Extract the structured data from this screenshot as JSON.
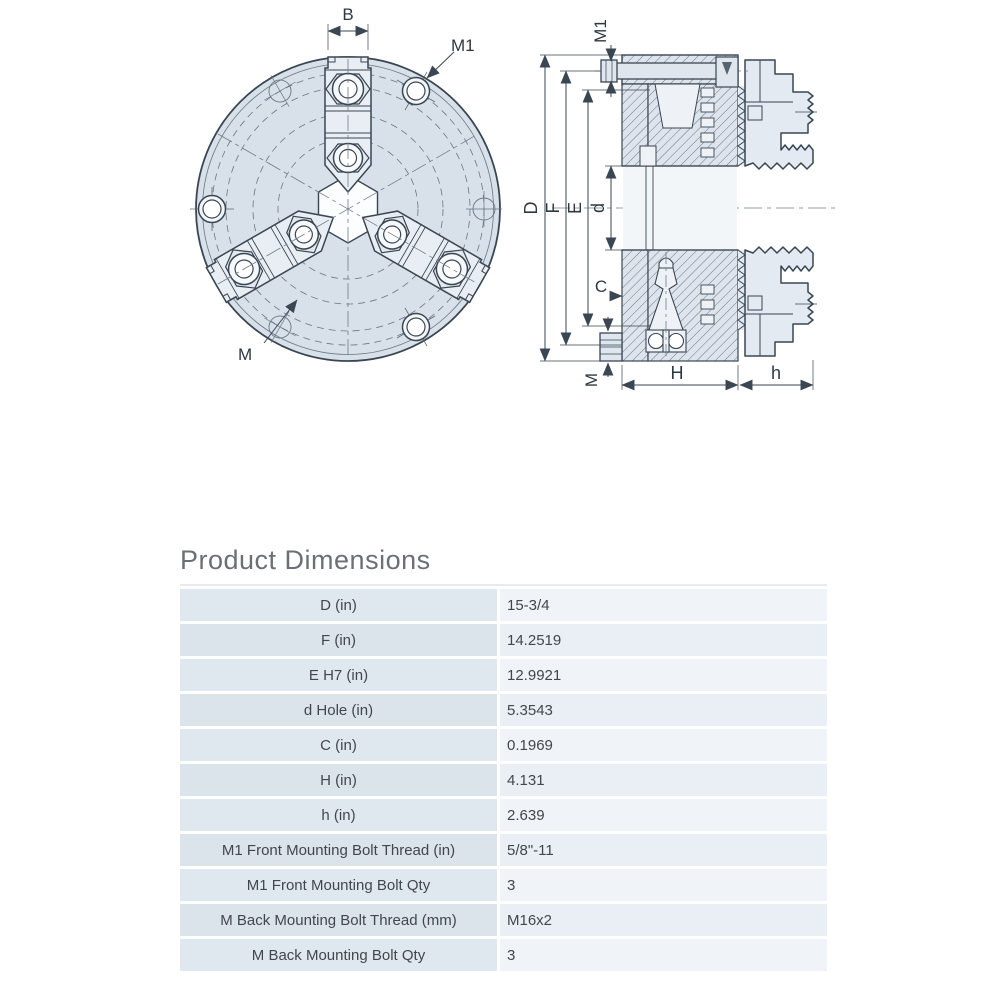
{
  "section_title": "Product Dimensions",
  "table": {
    "rows": [
      {
        "label": "D (in)",
        "value": "15-3/4"
      },
      {
        "label": "F (in)",
        "value": "14.2519"
      },
      {
        "label": "E H7 (in)",
        "value": "12.9921"
      },
      {
        "label": "d Hole (in)",
        "value": "5.3543"
      },
      {
        "label": "C (in)",
        "value": "0.1969"
      },
      {
        "label": "H (in)",
        "value": "4.131"
      },
      {
        "label": "h (in)",
        "value": "2.639"
      },
      {
        "label": "M1 Front Mounting Bolt Thread (in)",
        "value": "5/8\"-11"
      },
      {
        "label": "M1 Front Mounting Bolt Qty",
        "value": "3"
      },
      {
        "label": "M Back Mounting Bolt Thread (mm)",
        "value": "M16x2"
      },
      {
        "label": "M Back Mounting Bolt Qty",
        "value": "3"
      }
    ]
  },
  "drawing": {
    "labels": {
      "B": "B",
      "M1": "M1",
      "M": "M",
      "D": "D",
      "F": "F",
      "E": "E",
      "d": "d",
      "C": "C",
      "H": "H",
      "h": "h"
    }
  },
  "colors": {
    "line": "#3a4652",
    "body_fill": "#d8e0e9",
    "jaw_fill": "#e7edf3",
    "hatch_line": "#5f6c79",
    "construction": "#6a7785",
    "table_label_bg": "#e0e8ef",
    "table_value_bg": "#f0f4f8",
    "title_text": "#6b7076",
    "table_text": "#41474d"
  }
}
